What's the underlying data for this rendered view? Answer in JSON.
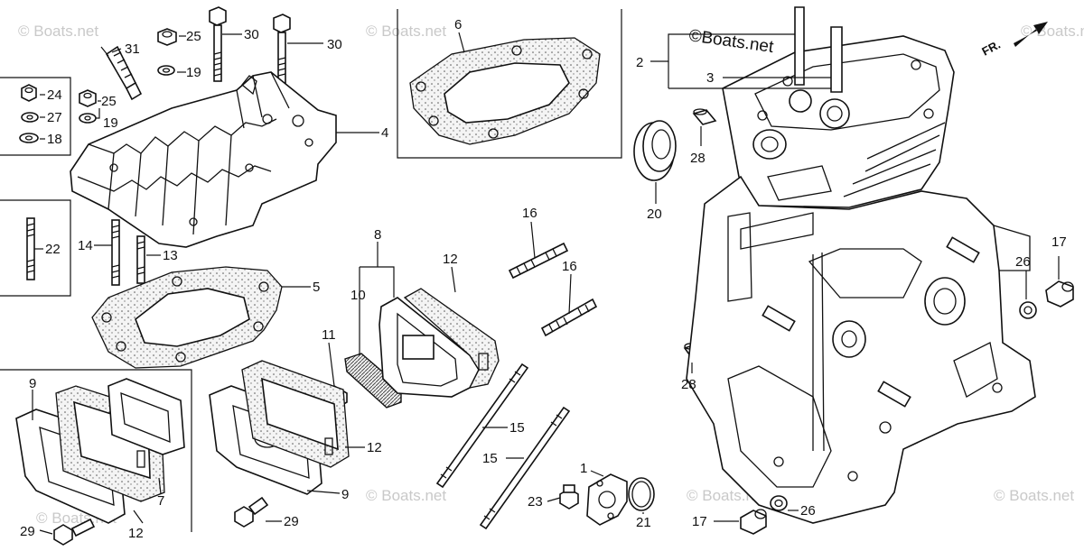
{
  "watermarks": {
    "main": "©Boats.net",
    "faint": "© Boats.net"
  },
  "direction": "FR.",
  "callouts": [
    {
      "id": "c1",
      "num": "1"
    },
    {
      "id": "c2",
      "num": "2"
    },
    {
      "id": "c3",
      "num": "3"
    },
    {
      "id": "c4",
      "num": "4"
    },
    {
      "id": "c5",
      "num": "5"
    },
    {
      "id": "c6",
      "num": "6"
    },
    {
      "id": "c7",
      "num": "7"
    },
    {
      "id": "c8",
      "num": "8"
    },
    {
      "id": "c9a",
      "num": "9"
    },
    {
      "id": "c9b",
      "num": "9"
    },
    {
      "id": "c10",
      "num": "10"
    },
    {
      "id": "c11",
      "num": "11"
    },
    {
      "id": "c12a",
      "num": "12"
    },
    {
      "id": "c12b",
      "num": "12"
    },
    {
      "id": "c12c",
      "num": "12"
    },
    {
      "id": "c13",
      "num": "13"
    },
    {
      "id": "c14",
      "num": "14"
    },
    {
      "id": "c15a",
      "num": "15"
    },
    {
      "id": "c15b",
      "num": "15"
    },
    {
      "id": "c16a",
      "num": "16"
    },
    {
      "id": "c16b",
      "num": "16"
    },
    {
      "id": "c17a",
      "num": "17"
    },
    {
      "id": "c17b",
      "num": "17"
    },
    {
      "id": "c18",
      "num": "18"
    },
    {
      "id": "c19a",
      "num": "19"
    },
    {
      "id": "c19b",
      "num": "19"
    },
    {
      "id": "c20",
      "num": "20"
    },
    {
      "id": "c21",
      "num": "21"
    },
    {
      "id": "c22",
      "num": "22"
    },
    {
      "id": "c23",
      "num": "23"
    },
    {
      "id": "c24",
      "num": "24"
    },
    {
      "id": "c25a",
      "num": "25"
    },
    {
      "id": "c25b",
      "num": "25"
    },
    {
      "id": "c26a",
      "num": "26"
    },
    {
      "id": "c26b",
      "num": "26"
    },
    {
      "id": "c27",
      "num": "27"
    },
    {
      "id": "c28a",
      "num": "28"
    },
    {
      "id": "c28b",
      "num": "28"
    },
    {
      "id": "c29a",
      "num": "29"
    },
    {
      "id": "c29b",
      "num": "29"
    },
    {
      "id": "c30a",
      "num": "30"
    },
    {
      "id": "c30b",
      "num": "30"
    },
    {
      "id": "c31",
      "num": "31"
    }
  ]
}
